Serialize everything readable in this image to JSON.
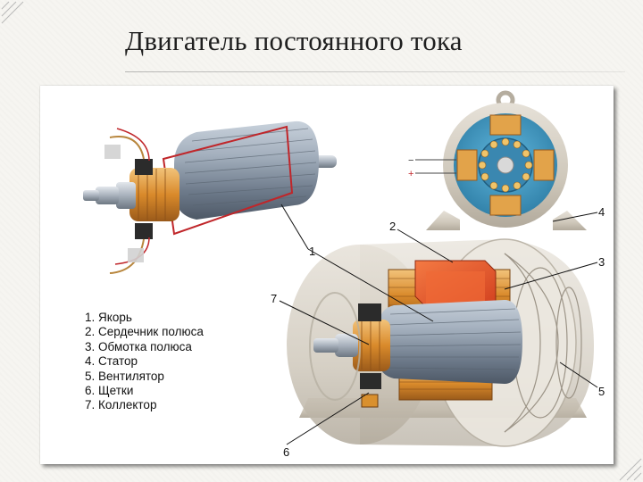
{
  "slide": {
    "title": "Двигатель постоянного тока"
  },
  "legend": [
    "1. Якорь",
    "2. Сердечник полюса",
    "3. Обмотка полюса",
    "4. Статор",
    "5. Вентилятор",
    "6. Щетки",
    "7. Коллектор"
  ],
  "callouts": [
    "1",
    "2",
    "3",
    "4",
    "5",
    "6",
    "7"
  ],
  "colors": {
    "armature_steel": "#8e9bab",
    "copper": "#d9902e",
    "pole_core": "#e8542a",
    "stator_body": "#d7d1c6",
    "cross_section_blue": "#3f9bc4",
    "red_outline": "#c0262a"
  }
}
